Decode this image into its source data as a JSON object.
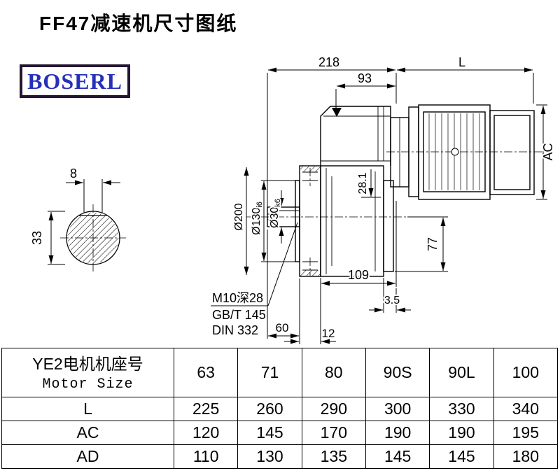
{
  "page": {
    "title": "FF47减速机尺寸图纸",
    "logo_text": "BOSERL"
  },
  "drawing": {
    "dim_218": "218",
    "dim_L": "L",
    "dim_93": "93",
    "dim_AC": "AC",
    "dim_8": "8",
    "dim_33": "33",
    "dim_dia200": "Ø200",
    "dim_dia130": "Ø130",
    "dim_dia130_tol": "i6",
    "dim_dia30": "Ø30",
    "dim_dia30_tol": "k6",
    "dim_28_1": "28.1",
    "dim_77": "77",
    "dim_109": "109",
    "dim_3_5": "3.5",
    "note_tap": "M10深28",
    "note_gb": "GB/T 145",
    "note_din": "DIN 332",
    "dim_60": "60",
    "dim_12": "12"
  },
  "table": {
    "header_cn": "YE2电机机座号",
    "header_en": "Motor Size",
    "sizes": [
      "63",
      "71",
      "80",
      "90S",
      "90L",
      "100"
    ],
    "rows": [
      {
        "label": "L",
        "values": [
          "225",
          "260",
          "290",
          "300",
          "330",
          "340"
        ]
      },
      {
        "label": "AC",
        "values": [
          "120",
          "145",
          "170",
          "190",
          "190",
          "195"
        ]
      },
      {
        "label": "AD",
        "values": [
          "110",
          "130",
          "135",
          "145",
          "145",
          "180"
        ]
      }
    ]
  }
}
